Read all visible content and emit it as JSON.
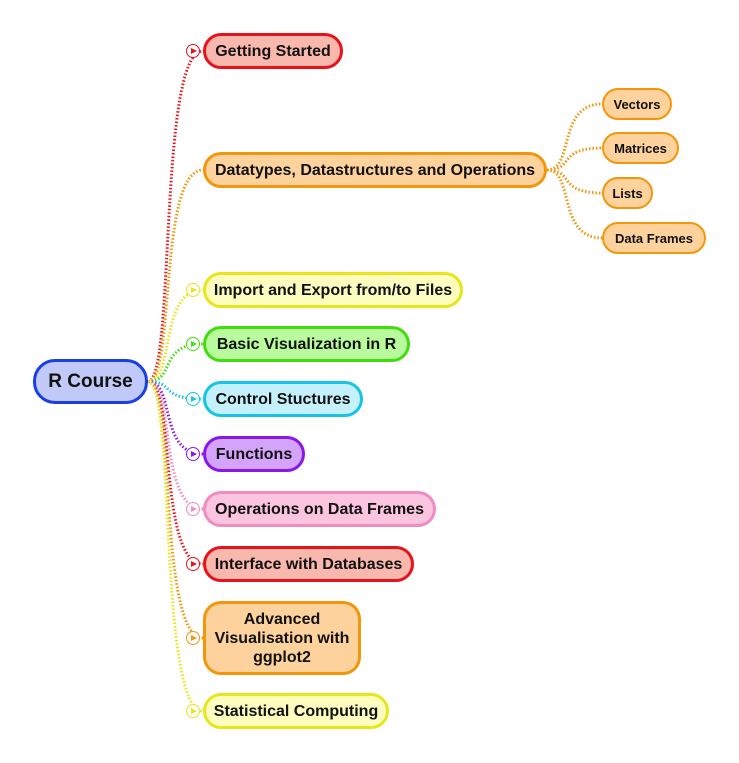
{
  "root": {
    "label": "R Course",
    "fill": "#c0c9f7",
    "stroke": "#1a3ee6"
  },
  "topics": [
    {
      "label": "Getting Started",
      "fill": "#f9b8ae",
      "stroke": "#e8121b"
    },
    {
      "label": "Datatypes, Datastructures and Operations",
      "fill": "#fdd29c",
      "stroke": "#f2960c",
      "children": [
        "Vectors",
        "Matrices",
        "Lists",
        "Data Frames"
      ]
    },
    {
      "label": "Import and Export from/to Files",
      "fill": "#fdfdc0",
      "stroke": "#e6e61a"
    },
    {
      "label": "Basic Visualization in R",
      "fill": "#b9fb9c",
      "stroke": "#42dd0e"
    },
    {
      "label": "Control Stuctures",
      "fill": "#c4f1fb",
      "stroke": "#17c4e8"
    },
    {
      "label": "Functions",
      "fill": "#d4a4fb",
      "stroke": "#8b16e8"
    },
    {
      "label": "Operations on Data Frames",
      "fill": "#fbc4df",
      "stroke": "#f08cc0"
    },
    {
      "label": "Interface with Databases",
      "fill": "#f9b8ae",
      "stroke": "#e8121b"
    },
    {
      "label": "Advanced Visualisation with ggplot2",
      "fill": "#fdd29c",
      "stroke": "#f2960c"
    },
    {
      "label": "Statistical Computing",
      "fill": "#fdfdc0",
      "stroke": "#e6e61a"
    }
  ],
  "subtopic_style": {
    "fill": "#fdd29c",
    "stroke": "#f2960c"
  }
}
